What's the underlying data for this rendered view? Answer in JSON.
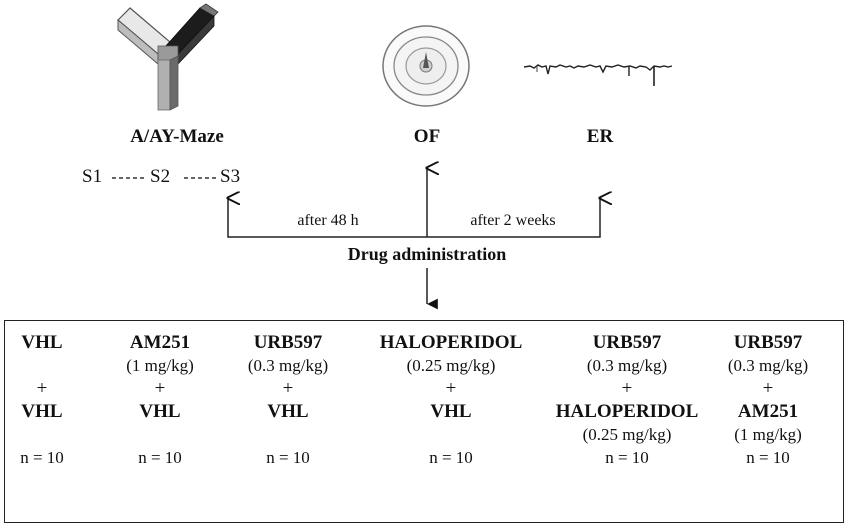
{
  "top_labels": {
    "maze": "A/AY-Maze",
    "of": "OF",
    "er": "ER"
  },
  "sessions": [
    "S1",
    "S2",
    "S3"
  ],
  "timeline": {
    "after_48h": "after 48 h",
    "after_2w": "after 2 weeks",
    "drug_admin": "Drug administration"
  },
  "groups": [
    {
      "drug1": "VHL",
      "dose1": "",
      "plus": "+",
      "drug2": "VHL",
      "dose2": "",
      "n": "n = 10"
    },
    {
      "drug1": "AM251",
      "dose1": "(1 mg/kg)",
      "plus": "+",
      "drug2": "VHL",
      "dose2": "",
      "n": "n = 10"
    },
    {
      "drug1": "URB597",
      "dose1": "(0.3 mg/kg)",
      "plus": "+",
      "drug2": "VHL",
      "dose2": "",
      "n": "n = 10"
    },
    {
      "drug1": "HALOPERIDOL",
      "dose1": "(0.25 mg/kg)",
      "plus": "+",
      "drug2": "VHL",
      "dose2": "",
      "n": "n = 10"
    },
    {
      "drug1": "URB597",
      "dose1": "(0.3 mg/kg)",
      "plus": "+",
      "drug2": "HALOPERIDOL",
      "dose2": "(0.25 mg/kg)",
      "n": "n = 10"
    },
    {
      "drug1": "URB597",
      "dose1": "(0.3 mg/kg)",
      "plus": "+",
      "drug2": "AM251",
      "dose2": "(1 mg/kg)",
      "n": "n = 10"
    }
  ]
}
